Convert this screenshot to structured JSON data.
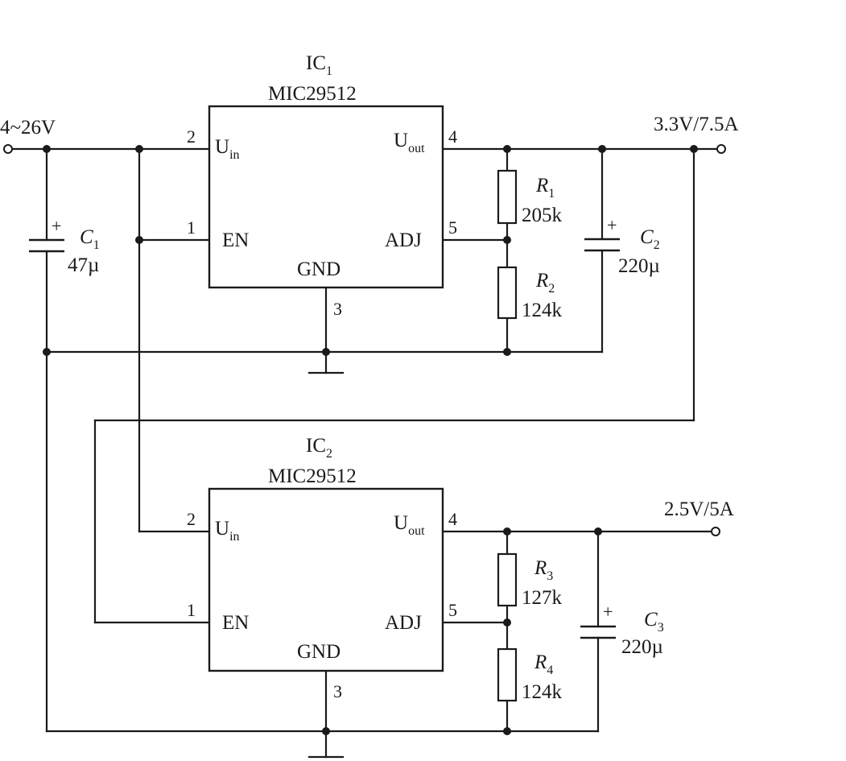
{
  "input": {
    "label": "4~26V"
  },
  "ic1": {
    "name": "IC",
    "index": "1",
    "part": "MIC29512",
    "pins": {
      "uin": {
        "num": "2",
        "base": "U",
        "sub": "in"
      },
      "en": {
        "num": "1",
        "name": "EN"
      },
      "uout": {
        "num": "4",
        "base": "U",
        "sub": "out"
      },
      "adj": {
        "num": "5",
        "name": "ADJ"
      },
      "gnd": {
        "num": "3",
        "name": "GND"
      }
    }
  },
  "ic2": {
    "name": "IC",
    "index": "2",
    "part": "MIC29512",
    "pins": {
      "uin": {
        "num": "2",
        "base": "U",
        "sub": "in"
      },
      "en": {
        "num": "1",
        "name": "EN"
      },
      "uout": {
        "num": "4",
        "base": "U",
        "sub": "out"
      },
      "adj": {
        "num": "5",
        "name": "ADJ"
      },
      "gnd": {
        "num": "3",
        "name": "GND"
      }
    }
  },
  "out1": {
    "label": "3.3V/7.5A"
  },
  "out2": {
    "label": "2.5V/5A"
  },
  "c1": {
    "name": "C",
    "index": "1",
    "value": "47µ",
    "polarity": "+"
  },
  "c2": {
    "name": "C",
    "index": "2",
    "value": "220µ",
    "polarity": "+"
  },
  "c3": {
    "name": "C",
    "index": "3",
    "value": "220µ",
    "polarity": "+"
  },
  "r1": {
    "name": "R",
    "index": "1",
    "value": "205k"
  },
  "r2": {
    "name": "R",
    "index": "2",
    "value": "124k"
  },
  "r3": {
    "name": "R",
    "index": "3",
    "value": "127k"
  },
  "r4": {
    "name": "R",
    "index": "4",
    "value": "124k"
  }
}
